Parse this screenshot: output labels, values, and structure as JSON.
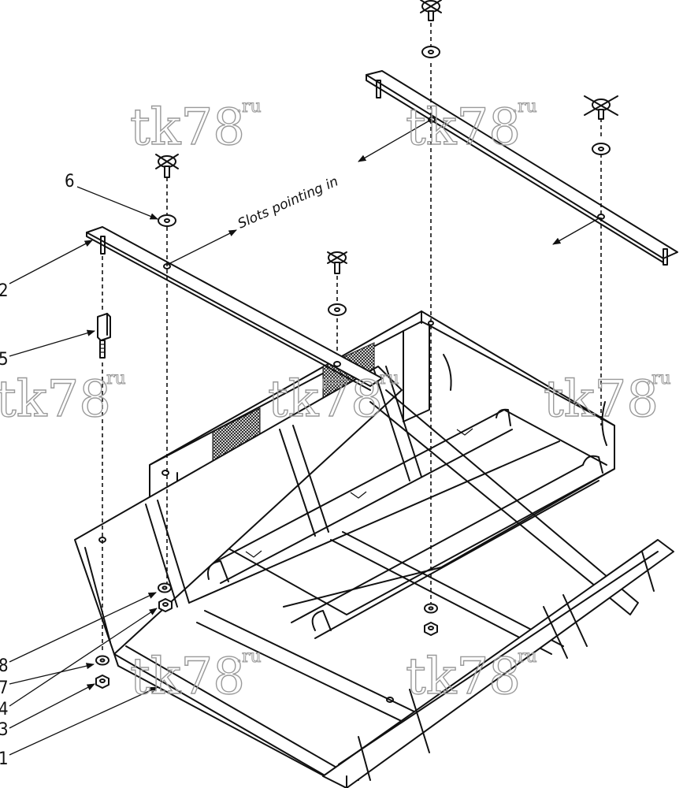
{
  "note": "Slots pointing in",
  "callouts": [
    "6",
    "2",
    "5",
    "8",
    "7",
    "4",
    "3",
    "1"
  ],
  "watermark": {
    "main": "tk78",
    "sup": ".ru"
  },
  "colors": {
    "line": "#111111",
    "watermark": "#9a9a9a",
    "background": "#ffffff"
  }
}
